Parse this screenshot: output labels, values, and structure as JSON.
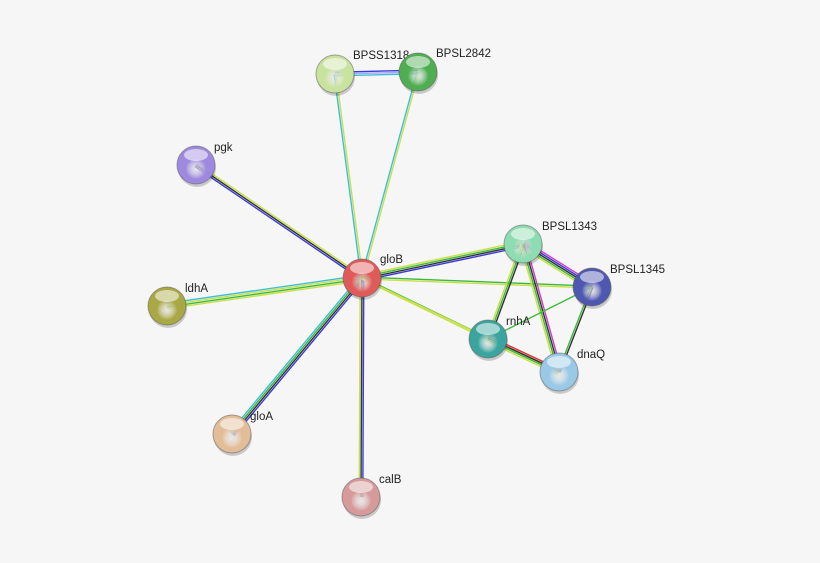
{
  "network": {
    "nodes": [
      {
        "id": "BPSS1318",
        "label": "BPSS1318",
        "color": "#c8e39e"
      },
      {
        "id": "BPSL2842",
        "label": "BPSL2842",
        "color": "#4fae52"
      },
      {
        "id": "pgk",
        "label": "pgk",
        "color": "#9d8ade"
      },
      {
        "id": "gloB",
        "label": "gloB",
        "color": "#e05a5a"
      },
      {
        "id": "ldhA",
        "label": "ldhA",
        "color": "#aaa845"
      },
      {
        "id": "gloA",
        "label": "gloA",
        "color": "#e2bd98"
      },
      {
        "id": "calB",
        "label": "calB",
        "color": "#d69a9a"
      },
      {
        "id": "BPSL1343",
        "label": "BPSL1343",
        "color": "#8edcb2"
      },
      {
        "id": "BPSL1345",
        "label": "BPSL1345",
        "color": "#4e58b0"
      },
      {
        "id": "rnhA",
        "label": "rnhA",
        "color": "#3aa59e"
      },
      {
        "id": "dnaQ",
        "label": "dnaQ",
        "color": "#99c9e6"
      }
    ],
    "edges": [
      {
        "from": "BPSS1318",
        "to": "BPSL2842",
        "colors": [
          "#3b3bdc",
          "#a9a9f5",
          "#3cc0d8"
        ]
      },
      {
        "from": "gloB",
        "to": "BPSS1318",
        "colors": [
          "#3cc0d8",
          "#c8e04a"
        ]
      },
      {
        "from": "gloB",
        "to": "BPSL2842",
        "colors": [
          "#3cc0d8",
          "#c8e04a"
        ]
      },
      {
        "from": "gloB",
        "to": "pgk",
        "colors": [
          "#3b3bdc",
          "#333333",
          "#c8e04a"
        ]
      },
      {
        "from": "gloB",
        "to": "ldhA",
        "colors": [
          "#c8e04a",
          "#3cb93c",
          "#c8e04a",
          "#3cc0d8"
        ]
      },
      {
        "from": "gloB",
        "to": "gloA",
        "colors": [
          "#3b3bdc",
          "#333333",
          "#3cb93c",
          "#3cc0d8"
        ]
      },
      {
        "from": "gloB",
        "to": "calB",
        "colors": [
          "#3b3bdc",
          "#333333",
          "#c8e04a"
        ]
      },
      {
        "from": "gloB",
        "to": "BPSL1343",
        "colors": [
          "#c8e04a",
          "#3cb93c",
          "#333333",
          "#3b3bdc"
        ]
      },
      {
        "from": "gloB",
        "to": "BPSL1345",
        "colors": [
          "#3cb93c",
          "#c8e04a"
        ]
      },
      {
        "from": "gloB",
        "to": "rnhA",
        "colors": [
          "#3cb93c",
          "#c8e04a"
        ]
      },
      {
        "from": "gloB",
        "to": "dnaQ",
        "colors": [
          "#c8e04a"
        ]
      },
      {
        "from": "BPSL1343",
        "to": "BPSL1345",
        "colors": [
          "#d23cd2",
          "#3b3bdc",
          "#333333",
          "#3cb93c",
          "#c8e04a"
        ]
      },
      {
        "from": "BPSL1343",
        "to": "rnhA",
        "colors": [
          "#333333",
          "#3cb93c",
          "#c8e04a"
        ]
      },
      {
        "from": "BPSL1343",
        "to": "dnaQ",
        "colors": [
          "#d23cd2",
          "#333333",
          "#3cb93c",
          "#c8e04a"
        ]
      },
      {
        "from": "BPSL1345",
        "to": "rnhA",
        "colors": [
          "#3cb93c"
        ]
      },
      {
        "from": "BPSL1345",
        "to": "dnaQ",
        "colors": [
          "#333333",
          "#3cb93c"
        ]
      },
      {
        "from": "rnhA",
        "to": "dnaQ",
        "colors": [
          "#e03030",
          "#333333",
          "#3cb93c",
          "#c8e04a"
        ]
      }
    ]
  }
}
